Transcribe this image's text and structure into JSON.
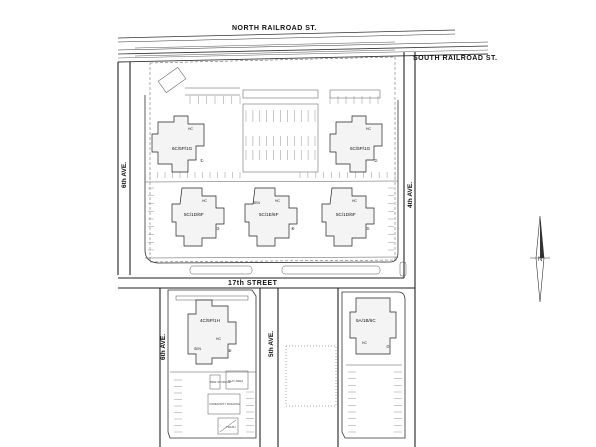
{
  "streets": {
    "north_railroad": "NORTH RAILROAD ST.",
    "south_railroad": "SOUTH RAILROAD ST.",
    "seventeenth": "17th STREET",
    "sixth_ave_upper": "6th AVE.",
    "fourth_ave": "4th AVE.",
    "sixth_ave_lower": "6th AVE.",
    "fifth_ave": "5th AVE."
  },
  "buildings": [
    {
      "code": "6C/5P/1G",
      "number": "①"
    },
    {
      "code": "6C/5P/1G",
      "number": "②"
    },
    {
      "code": "5C/1D/6F",
      "number": "③"
    },
    {
      "code": "5C/1E/6F",
      "number": "④"
    },
    {
      "code": "5C/1D/6F",
      "number": "⑤"
    },
    {
      "code": "4C/5P/1H",
      "number": "⑥"
    },
    {
      "code": "5A/1B/6C",
      "number": "⑦"
    }
  ],
  "annotations": {
    "hc": "HC",
    "sen": "SEN",
    "play_area": "PLAY AREA",
    "bike_storage": "BIKE STORAGE",
    "community": "COMMUNITY BUILDING",
    "trash": "TRASH"
  },
  "north_arrow": {
    "letter": "N"
  },
  "colors": {
    "linework": "#333333",
    "building_fill": "#f4f4f4",
    "background": "#ffffff"
  }
}
